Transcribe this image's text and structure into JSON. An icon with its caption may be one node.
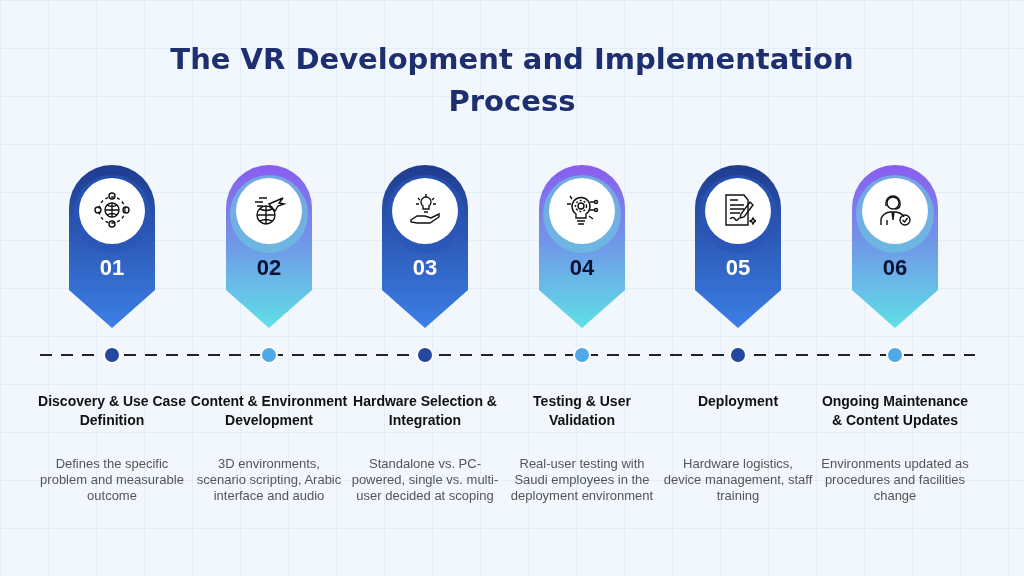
{
  "diagram": {
    "title": "The VR Development and Implementation Process",
    "nodes": [
      {
        "text": [
          "01"
        ],
        "beside": [
          "Discovery & Use Case Definition",
          "Defines the specific problem and measurable outcome"
        ]
      },
      {
        "text": [
          "02"
        ],
        "beside": [
          "Content & Environment Development",
          "3D environments, scenario scripting, Arabic interface and audio"
        ]
      },
      {
        "text": [
          "03"
        ],
        "beside": [
          "Hardware Selection & Integration",
          "Standalone vs. PC-powered, single vs. multi-user decided at scoping"
        ]
      },
      {
        "text": [
          "04"
        ],
        "beside": [
          "Testing & User Validation",
          "Real-user testing with Saudi employees in the deployment environment"
        ]
      },
      {
        "text": [
          "05"
        ],
        "beside": [
          "Deployment",
          "Hardware logistics, device management, staff training"
        ]
      },
      {
        "text": [
          "06"
        ],
        "beside": [
          "Ongoing Maintenance & Content Updates",
          "Environments updated as procedures and facilities change"
        ]
      }
    ]
  }
}
